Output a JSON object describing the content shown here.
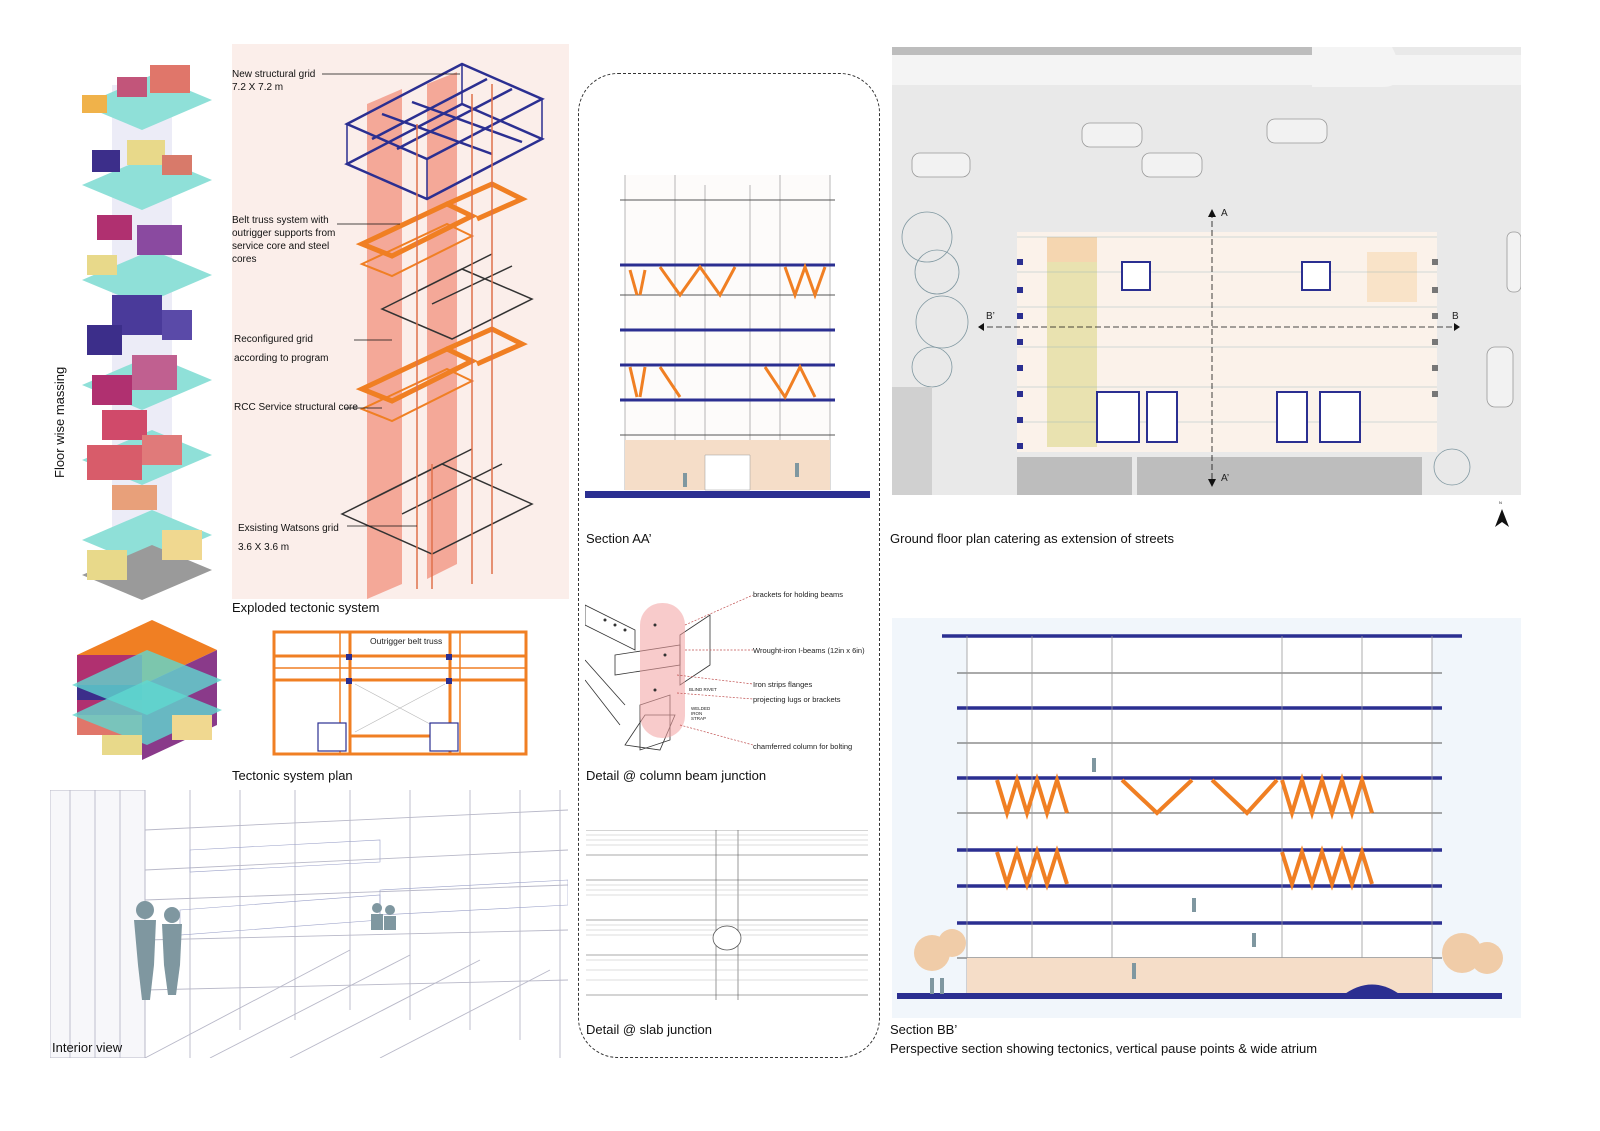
{
  "sheet": {
    "floor_massing_label": "Floor wise massing",
    "exploded": {
      "caption": "Exploded tectonic system",
      "new_grid": "New structural grid",
      "new_grid_dim": "7.2 X 7.2 m",
      "belt_truss": "Belt truss system with outrigger supports from service core and steel cores",
      "reconfigured_1": "Reconfigured grid",
      "reconfigured_2": "according to program",
      "rcc_core": "RCC Service structural core",
      "existing_grid": "Exsisting Watsons grid",
      "existing_grid_dim": "3.6 X 3.6 m"
    },
    "tectonic_plan": {
      "caption": "Tectonic system plan",
      "outrigger_label": "Outrigger belt truss"
    },
    "interior_caption": "Interior view",
    "section_aa_caption": "Section AA’",
    "detail_column": {
      "caption": "Detail @ column beam junction",
      "brackets": "brackets for holding beams",
      "ibeams": "Wrought-iron I-beams (12in x 6in)",
      "strips": "Iron strips flanges",
      "lugs": "projecting lugs or brackets",
      "chamfered": "chamferred column  for bolting",
      "blind_rivet": "BLIND RIVET",
      "welded": "WELDED IRON STRAP"
    },
    "detail_slab_caption": "Detail @ slab junction",
    "ground_plan": {
      "caption": "Ground floor plan catering as extension of streets",
      "mark_a": "A",
      "mark_a_prime": "A’",
      "mark_b": "B",
      "mark_b_prime": "B’",
      "north": "N"
    },
    "section_bb": {
      "caption": "Section BB’",
      "subcaption": "Perspective section showing tectonics, vertical pause points & wide atrium"
    }
  },
  "colors": {
    "navy": "#2b2f91",
    "orange": "#f07f23",
    "salmon": "#f3a08f",
    "plan_bg": "#e9e9e9",
    "sand": "#f4dcc4"
  }
}
